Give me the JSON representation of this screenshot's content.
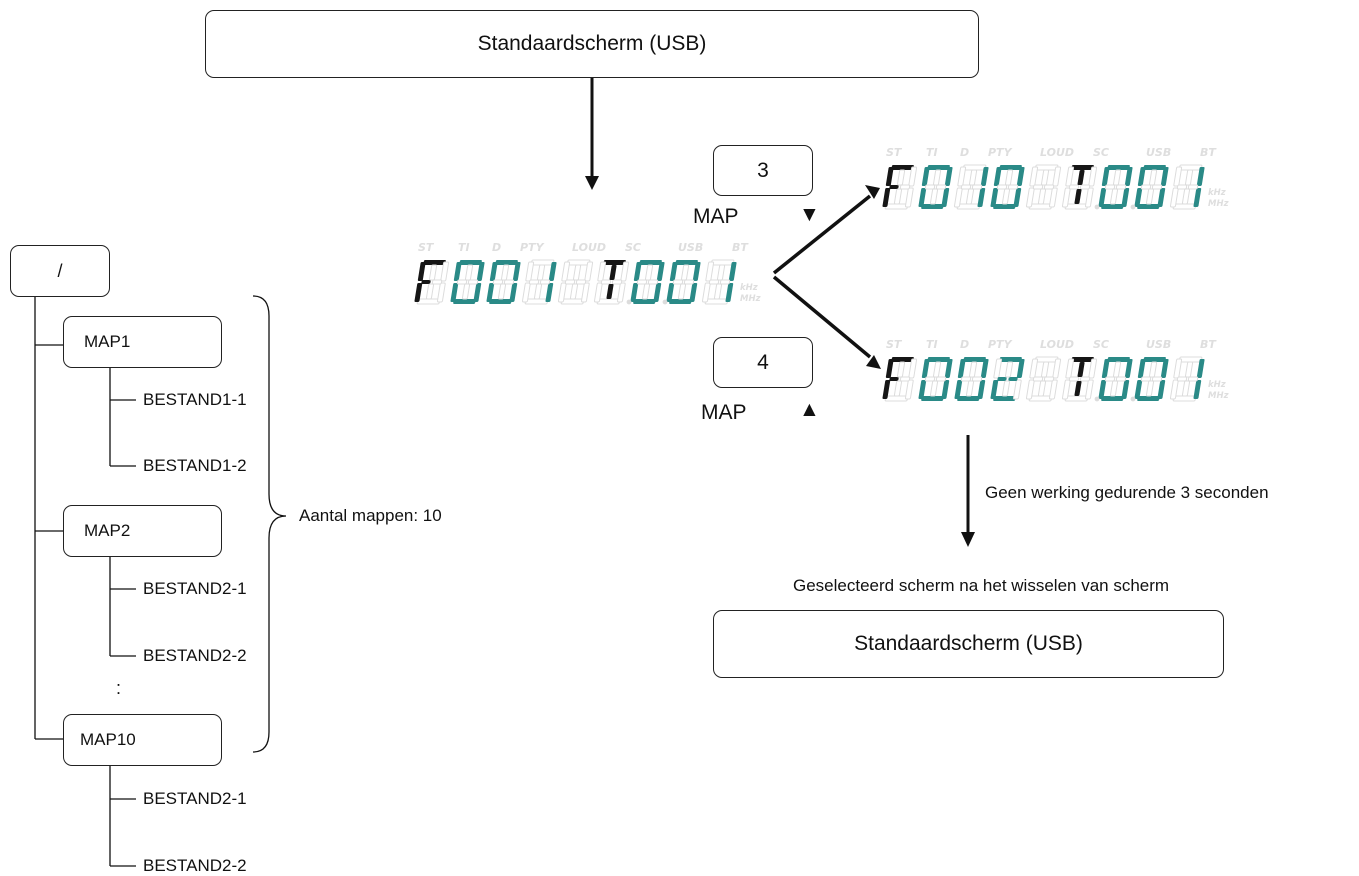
{
  "top_box": {
    "label": "Standaardscherm (USB)"
  },
  "bottom_box": {
    "label": "Standaardscherm (USB)",
    "caption": "Geselecteerd scherm na het wisselen van scherm"
  },
  "timeout_label": "Geen werking gedurende 3 seconden",
  "key3": {
    "number": "3",
    "label": "MAP",
    "arrow": "▼"
  },
  "key4": {
    "number": "4",
    "label": "MAP",
    "arrow": "▲"
  },
  "tree": {
    "root": "/",
    "folders": [
      {
        "name": "MAP1",
        "files": [
          "BESTAND1-1",
          "BESTAND1-2"
        ]
      },
      {
        "name": "MAP2",
        "files": [
          "BESTAND2-1",
          "BESTAND2-2"
        ]
      },
      {
        "name": "MAP10",
        "files": [
          "BESTAND2-1",
          "BESTAND2-2"
        ]
      }
    ],
    "ellipsis": ":",
    "brace_label": "Aantal mappen: 10"
  },
  "displays": {
    "indicators": [
      "ST",
      "TI",
      "D",
      "PTY",
      "LOUD",
      "SC",
      "USB",
      "BT"
    ],
    "units": [
      "kHz",
      "MHz"
    ],
    "current": {
      "folder": "F001",
      "track": "T001"
    },
    "next": {
      "folder": "F010",
      "track": "T001"
    },
    "prev": {
      "folder": "F002",
      "track": "T001"
    }
  },
  "colors": {
    "lcd_digit": "#2a8a87",
    "lcd_letter": "#161616",
    "lcd_ghost": "#dcdcdc",
    "line": "#111111"
  }
}
